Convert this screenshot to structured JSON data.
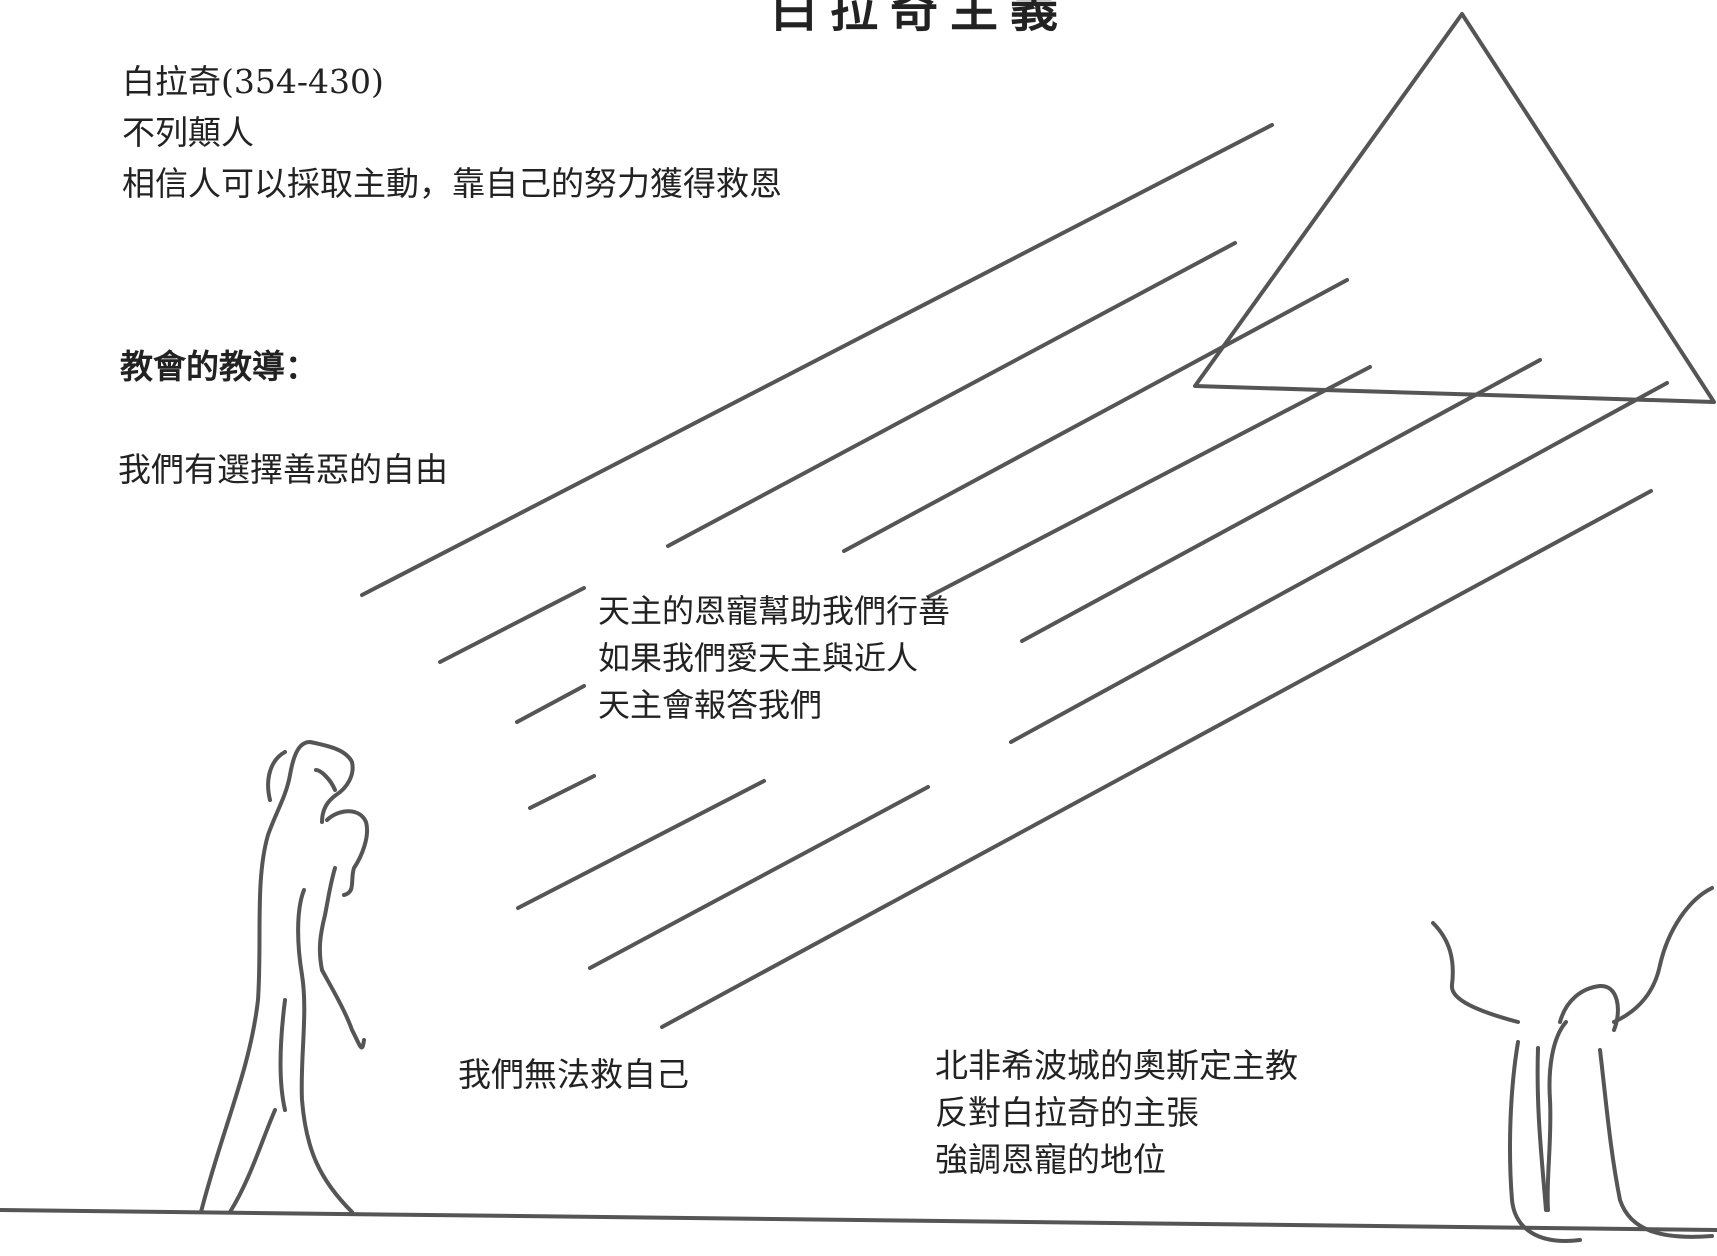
{
  "title_partial": "白拉奇主義",
  "intro": {
    "name_years": "白拉奇(354-430)",
    "origin": "不列顛人",
    "belief": "相信人可以採取主動，靠自己的努力獲得救恩"
  },
  "church_teaching_heading": "教會的教導：",
  "free_will": "我們有選擇善惡的自由",
  "grace_lines": {
    "line1": "天主的恩寵幫助我們行善",
    "line2": "如果我們愛天主與近人",
    "line3": "天主會報答我們"
  },
  "cannot_save_ourselves": "我們無法救自己",
  "augustine_lines": {
    "line1": "北非希波城的奧斯定主教",
    "line2": "反對白拉奇的主張",
    "line3": "強調恩寵的地位"
  },
  "colors": {
    "line": "#555555",
    "text": "#222222"
  }
}
